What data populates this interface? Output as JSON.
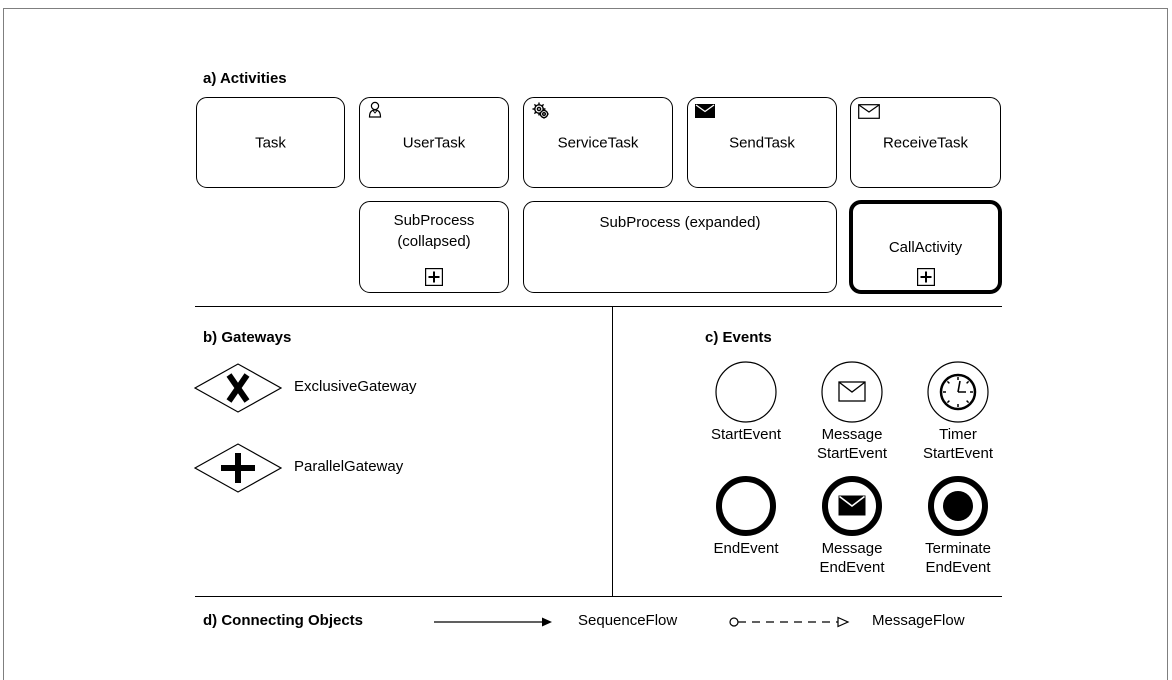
{
  "sections": {
    "activities": "a) Activities",
    "gateways": "b) Gateways",
    "events": "c) Events",
    "connecting": "d) Connecting Objects"
  },
  "activities": {
    "task": "Task",
    "user_task": "UserTask",
    "service_task": "ServiceTask",
    "send_task": "SendTask",
    "receive_task": "ReceiveTask",
    "subprocess_collapsed_line1": "SubProcess",
    "subprocess_collapsed_line2": "(collapsed)",
    "subprocess_expanded": "SubProcess (expanded)",
    "call_activity": "CallActivity"
  },
  "gateways": {
    "exclusive": "ExclusiveGateway",
    "parallel": "ParallelGateway"
  },
  "events": {
    "start": "StartEvent",
    "message_start_line1": "Message",
    "message_start_line2": "StartEvent",
    "timer_start_line1": "Timer",
    "timer_start_line2": "StartEvent",
    "end": "EndEvent",
    "message_end_line1": "Message",
    "message_end_line2": "EndEvent",
    "terminate_end_line1": "Terminate",
    "terminate_end_line2": "EndEvent"
  },
  "connectors": {
    "sequence_flow": "SequenceFlow",
    "message_flow": "MessageFlow"
  }
}
